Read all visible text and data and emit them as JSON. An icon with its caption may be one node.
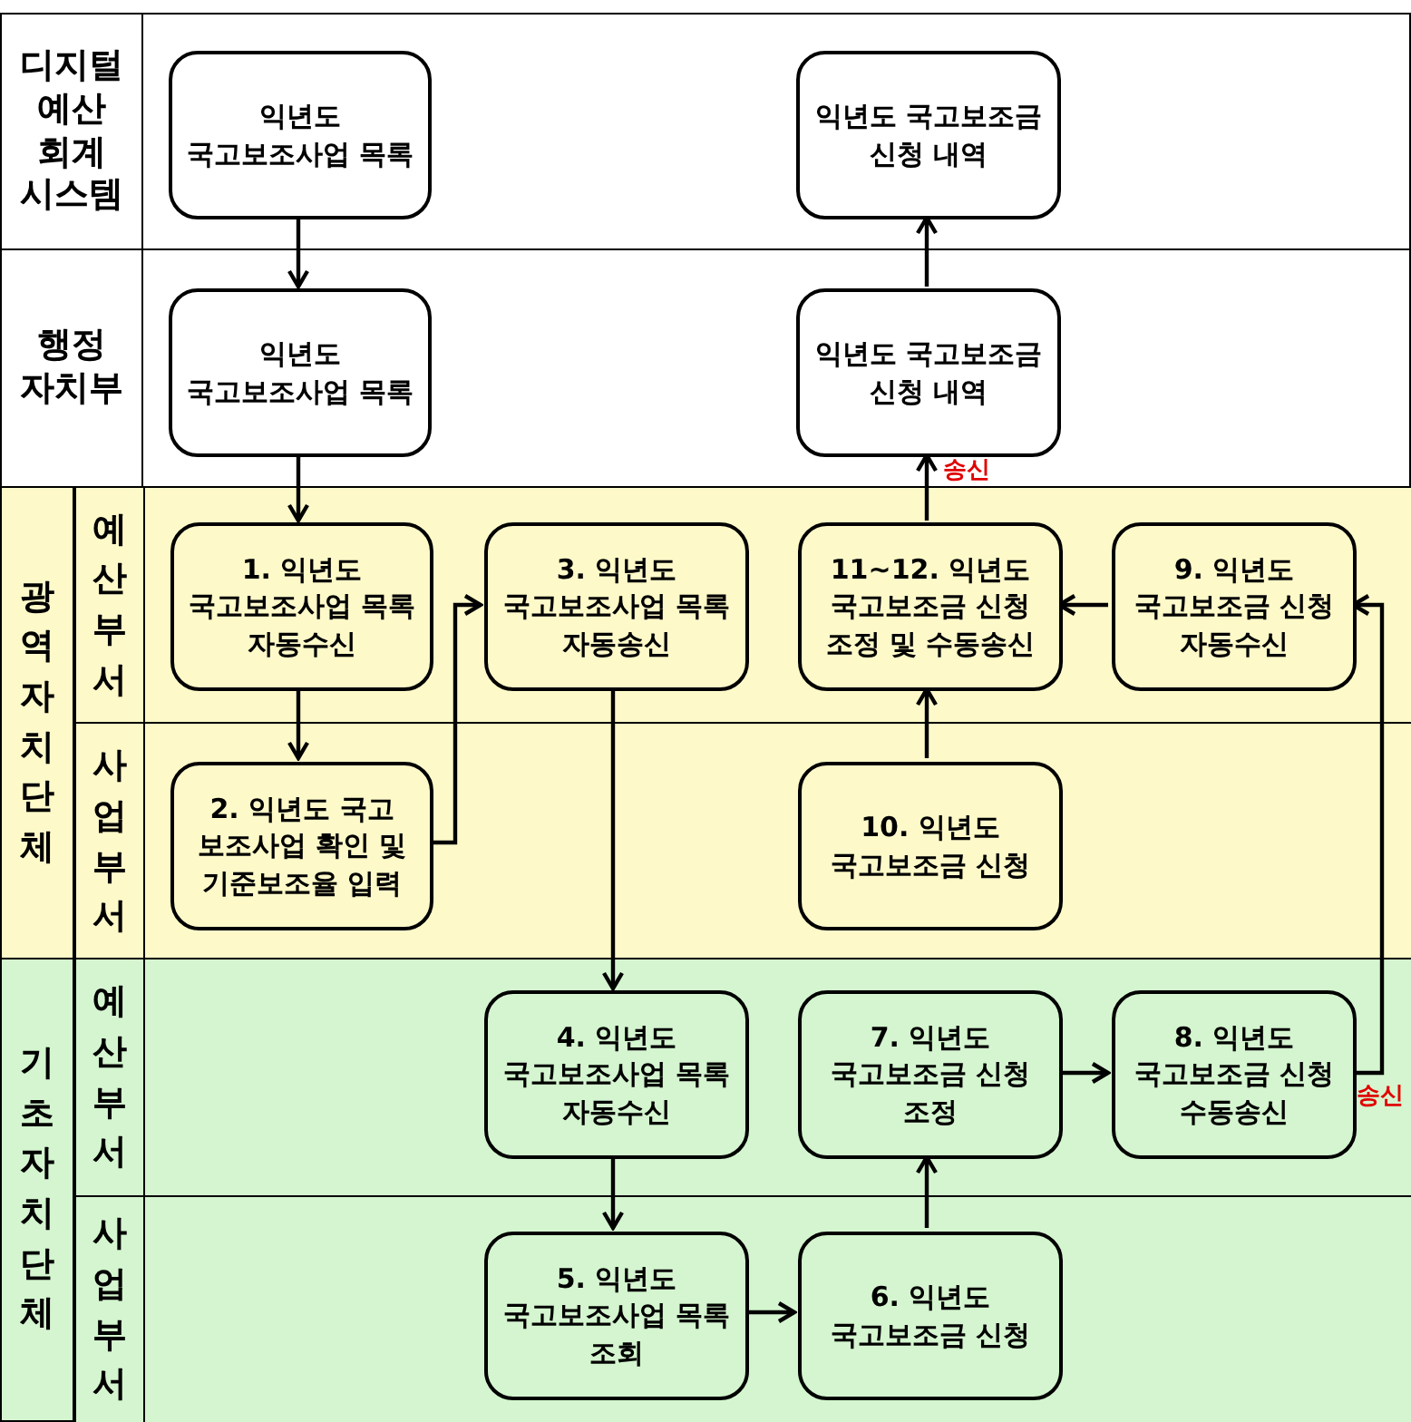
{
  "diagram": {
    "nodes": [
      {
        "text": [
          "디지털 예산 회계 시스템"
        ]
      },
      {
        "text": [
          "행정 자치부"
        ]
      },
      {
        "text": [
          "광역자치단체"
        ]
      },
      {
        "text": [
          "예산부서"
        ],
        "in": 2
      },
      {
        "text": [
          "사업부서"
        ],
        "in": 2
      },
      {
        "text": [
          "기초자치단체"
        ]
      },
      {
        "text": [
          "예산부서"
        ],
        "in": 5
      },
      {
        "text": [
          "사업부서"
        ],
        "in": 5
      },
      {
        "text": [
          "익년도 국고보조사업 목록"
        ],
        "in": 0
      },
      {
        "text": [
          "익년도 국고보조금 신청 내역"
        ],
        "in": 0
      },
      {
        "text": [
          "익년도 국고보조사업 목록"
        ],
        "in": 1
      },
      {
        "text": [
          "익년도 국고보조금 신청 내역"
        ],
        "in": 1
      },
      {
        "text": [
          "1. 익년도 국고보조사업 목록 자동수신"
        ],
        "in": 3
      },
      {
        "text": [
          "3. 익년도 국고보조사업 목록 자동송신"
        ],
        "in": 3
      },
      {
        "text": [
          "11~12. 익년도 국고보조금 신청 조정 및 수동송신"
        ],
        "in": 3
      },
      {
        "text": [
          "9. 익년도 국고보조금 신청 자동수신"
        ],
        "in": 3
      },
      {
        "text": [
          "2. 익년도 국고 보조사업 확인 및 기준보조율 입력"
        ],
        "in": 4
      },
      {
        "text": [
          "10. 익년도 국고보조금 신청"
        ],
        "in": 4
      },
      {
        "text": [
          "4. 익년도 국고보조사업 목록 자동수신"
        ],
        "in": 6
      },
      {
        "text": [
          "7. 익년도 국고보조금 신청 조정"
        ],
        "in": 6
      },
      {
        "text": [
          "8. 익년도 국고보조금 신청 수동송신"
        ],
        "in": 6
      },
      {
        "text": [
          "5. 익년도 국고보조사업 목록 조회"
        ],
        "in": 7
      },
      {
        "text": [
          "6. 익년도 국고보조금 신청"
        ],
        "in": 7
      }
    ],
    "edges": [
      {
        "from": 8,
        "to": 10,
        "arrow": "to"
      },
      {
        "from": 10,
        "to": 12,
        "arrow": "to"
      },
      {
        "from": 12,
        "to": 16,
        "arrow": "to"
      },
      {
        "from": 16,
        "to": 13,
        "arrow": "to"
      },
      {
        "from": 13,
        "to": 18,
        "arrow": "to"
      },
      {
        "from": 18,
        "to": 21,
        "arrow": "to"
      },
      {
        "from": 21,
        "to": 22,
        "arrow": "to"
      },
      {
        "from": 22,
        "to": 19,
        "arrow": "to"
      },
      {
        "from": 19,
        "to": 20,
        "arrow": "to"
      },
      {
        "from": 20,
        "to": 15,
        "arrow": "to",
        "label": "송신"
      },
      {
        "from": 15,
        "to": 14,
        "arrow": "to"
      },
      {
        "from": 17,
        "to": 14,
        "arrow": "to"
      },
      {
        "from": 14,
        "to": 11,
        "arrow": "to",
        "label": "송신"
      },
      {
        "from": 11,
        "to": 9,
        "arrow": "to"
      }
    ]
  }
}
